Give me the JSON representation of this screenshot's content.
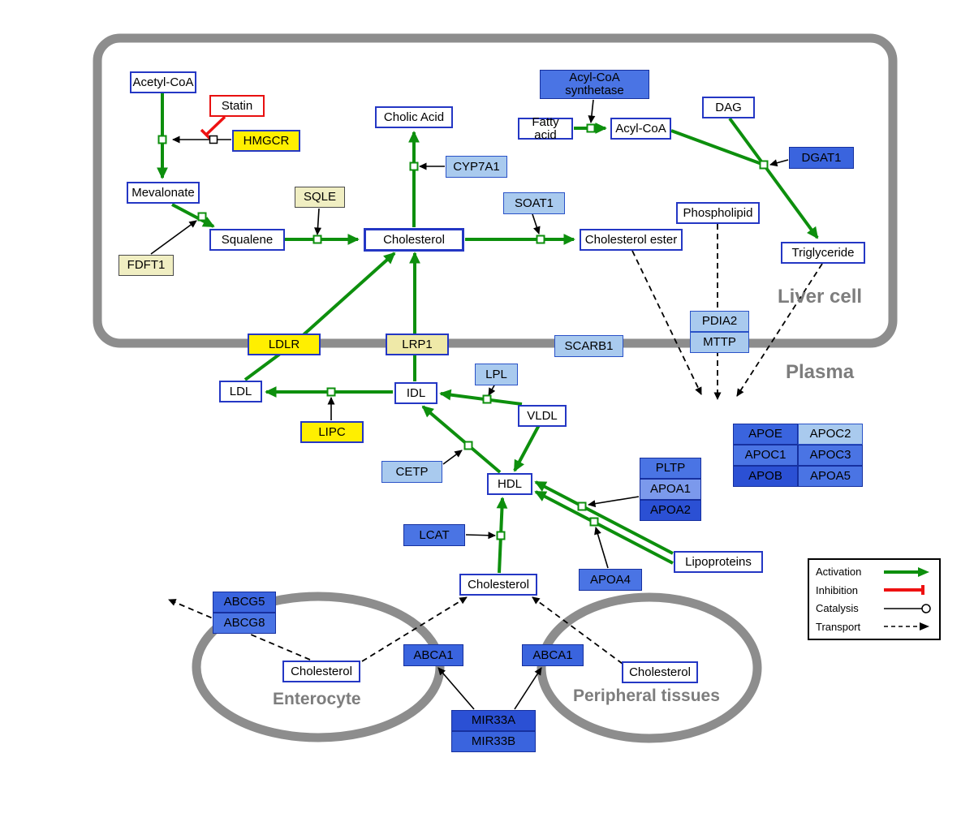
{
  "regions": {
    "liver_cell": "Liver cell",
    "plasma": "Plasma",
    "enterocyte": "Enterocyte",
    "peripheral_tissues": "Peripheral tissues"
  },
  "legend": {
    "activation": "Activation",
    "inhibition": "Inhibition",
    "catalysis": "Catalysis",
    "transport": "Transport"
  },
  "colors": {
    "activation_green": "#0d8f0d",
    "inhibition_red": "#ee1111",
    "membrane_gray": "#8d8d8d",
    "enzyme_yellow": "#ffef00",
    "gene_blue": "#4a74e4"
  },
  "nodes": {
    "acetyl_coa": "Acetyl-CoA",
    "statin": "Statin",
    "hmgcr": "HMGCR",
    "mevalonate": "Mevalonate",
    "sqle": "SQLE",
    "fdft1": "FDFT1",
    "squalene": "Squalene",
    "cholic_acid": "Cholic Acid",
    "cyp7a1": "CYP7A1",
    "cholesterol_liver": "Cholesterol",
    "soat1": "SOAT1",
    "cholesterol_ester": "Cholesterol ester",
    "acyl_coa_synthetase": "Acyl-CoA synthetase",
    "fatty_acid": "Fatty acid",
    "acyl_coa": "Acyl-CoA",
    "dag": "DAG",
    "dgat1": "DGAT1",
    "phospholipid": "Phospholipid",
    "triglyceride": "Triglyceride",
    "ldlr": "LDLR",
    "lrp1": "LRP1",
    "scarb1": "SCARB1",
    "pdia2": "PDIA2",
    "mttp": "MTTP",
    "ldl": "LDL",
    "idl": "IDL",
    "lpl": "LPL",
    "vldl": "VLDL",
    "lipc": "LIPC",
    "cetp": "CETP",
    "hdl": "HDL",
    "pltp": "PLTP",
    "apoa1": "APOA1",
    "apoa2": "APOA2",
    "apoe": "APOE",
    "apoc2": "APOC2",
    "apoc1": "APOC1",
    "apoc3": "APOC3",
    "apob": "APOB",
    "apoa5": "APOA5",
    "lcat": "LCAT",
    "apoa4": "APOA4",
    "lipoproteins": "Lipoproteins",
    "cholesterol_plasma": "Cholesterol",
    "abcg5": "ABCG5",
    "abcg8": "ABCG8",
    "cholesterol_enterocyte": "Cholesterol",
    "abca1_enterocyte": "ABCA1",
    "abca1_peripheral": "ABCA1",
    "cholesterol_peripheral": "Cholesterol",
    "mir33a": "MIR33A",
    "mir33b": "MIR33B"
  }
}
